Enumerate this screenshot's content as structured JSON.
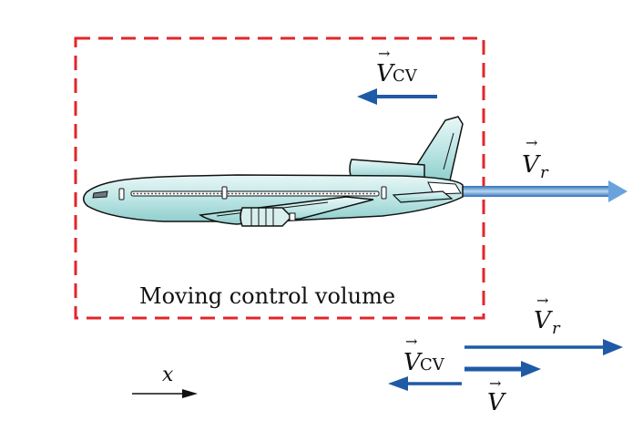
{
  "caption": "Moving control volume",
  "labels": {
    "v_letter": "V",
    "sub_cv": "CV",
    "sub_r": "r",
    "x_axis": "x",
    "vec_arrow": "→"
  },
  "colors": {
    "control_volume_border": "#e3252a",
    "vector_arrow": "#1f5aa6",
    "exhaust_jet": "#6aa3dc",
    "fuselage": "#bfe6e6",
    "outline": "#111111"
  },
  "icons": {
    "airplane": "airplane-icon"
  }
}
